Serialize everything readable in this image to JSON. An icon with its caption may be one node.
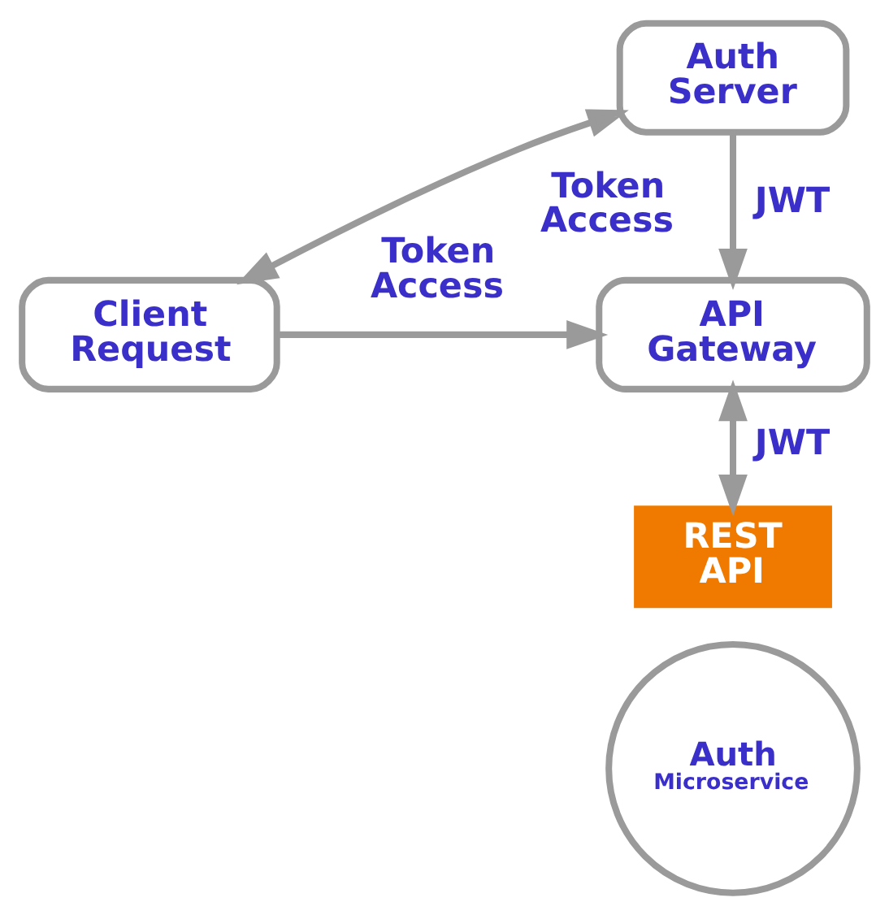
{
  "diagram": {
    "nodes": [
      {
        "text": [
          "Auth Server"
        ]
      },
      {
        "text": [
          "Client Request"
        ]
      },
      {
        "text": [
          "API Gateway"
        ]
      },
      {
        "text": [
          "REST API"
        ]
      },
      {
        "text": [
          "Auth Microservice"
        ]
      }
    ],
    "edges": [
      {
        "from": 0,
        "to": 1,
        "arrow": "both",
        "label": "Token Access"
      },
      {
        "from": 0,
        "to": 2,
        "arrow": "to",
        "label": "JWT"
      },
      {
        "from": 1,
        "to": 2,
        "arrow": "to",
        "label": "Token Access"
      },
      {
        "from": 2,
        "to": 3,
        "arrow": "both",
        "label": "JWT"
      }
    ]
  }
}
